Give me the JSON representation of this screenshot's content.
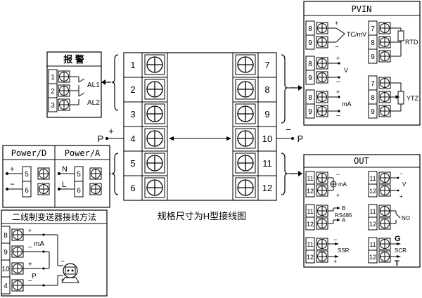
{
  "center": {
    "left_terminals": [
      "1",
      "2",
      "3",
      "4",
      "5",
      "6"
    ],
    "right_terminals": [
      "7",
      "8",
      "9",
      "10",
      "11",
      "12"
    ],
    "caption": "规格尺寸为H型接线图",
    "p_left": "P",
    "p_right": "P",
    "plus": "+",
    "minus": "−"
  },
  "alarm": {
    "title": "报  警",
    "rows": [
      "1",
      "2",
      "3"
    ],
    "al1": "AL1",
    "al2": "AL2"
  },
  "power": {
    "col_d": "Power/D",
    "col_a": "Power/A",
    "rows": [
      "5",
      "6",
      "5",
      "6"
    ],
    "plus": "+",
    "minus": "−",
    "n": "N",
    "l": "L"
  },
  "twowire": {
    "title": "二线制变送器接线方法",
    "rows": [
      "8",
      "9",
      "10",
      "4"
    ],
    "ma": "mA",
    "p": "P",
    "signs": [
      "+",
      "−",
      "+",
      "−",
      "−",
      "+"
    ]
  },
  "pvin": {
    "title": "PVIN",
    "tc_rows": [
      "8",
      "9"
    ],
    "tc_label": "TC/mV",
    "rtd_rows": [
      "7",
      "8",
      "9"
    ],
    "rtd_label": "RTD",
    "v_rows": [
      "8",
      "9"
    ],
    "v_label": "V",
    "ma_rows": [
      "8",
      "9"
    ],
    "ma_label": "mA",
    "ytz_rows": [
      "7",
      "8",
      "9"
    ],
    "ytz_label": "YTZ",
    "plus": "+",
    "minus": "−"
  },
  "out": {
    "title": "OUT",
    "ma_rows": [
      "11",
      "12"
    ],
    "ma_label": "mA",
    "v_rows": [
      "11",
      "12"
    ],
    "v_label": "V",
    "rs485_rows": [
      "11",
      "12"
    ],
    "rs485_label": "RS485",
    "b_label": "B",
    "a_label": "A",
    "no_rows": [
      "11",
      "12"
    ],
    "no_label": "NO",
    "ssr_rows": [
      "11",
      "12"
    ],
    "ssr_label": "SSR",
    "scr_rows": [
      "11",
      "12"
    ],
    "scr_label": "SCR",
    "g_label": "G",
    "t_label": "T",
    "plus": "+",
    "minus": "−"
  }
}
